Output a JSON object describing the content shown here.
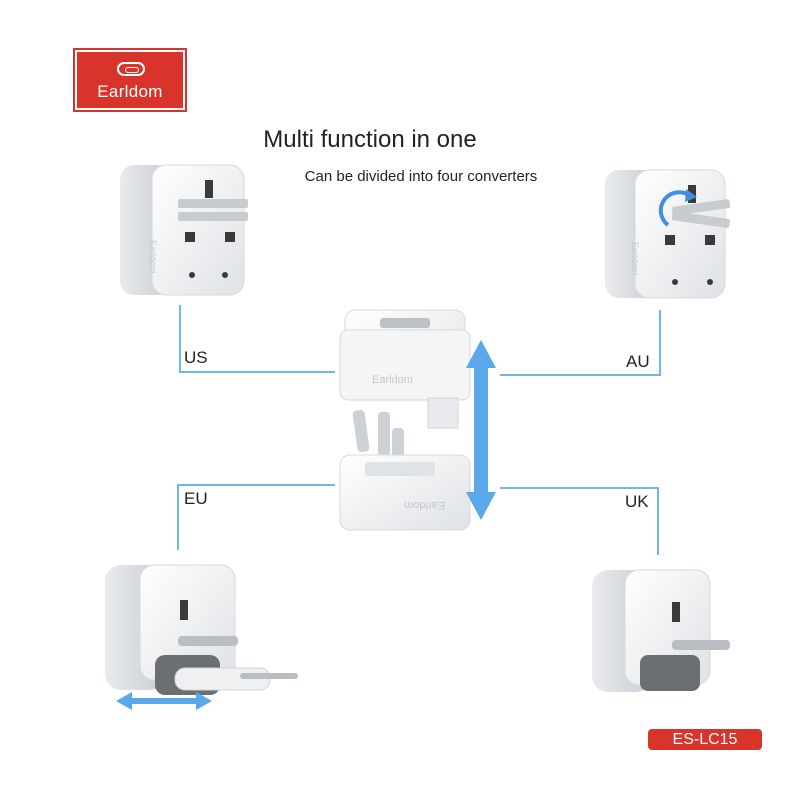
{
  "brand": {
    "name": "Earldom"
  },
  "heading": {
    "title": "Multi function in one",
    "subtitle": "Can be divided into four converters"
  },
  "labels": {
    "us": "US",
    "au": "AU",
    "eu": "EU",
    "uk": "UK"
  },
  "product": {
    "model": "ES-LC15"
  },
  "colors": {
    "brand_red": "#d9342b",
    "connector_blue": "#6fb7e6",
    "arrow_blue": "#5aa7ea",
    "plug_white": "#f1f2f4"
  },
  "icons": [
    "vertical-double-arrow-icon",
    "horizontal-double-arrow-icon",
    "rotate-arrow-icon"
  ]
}
